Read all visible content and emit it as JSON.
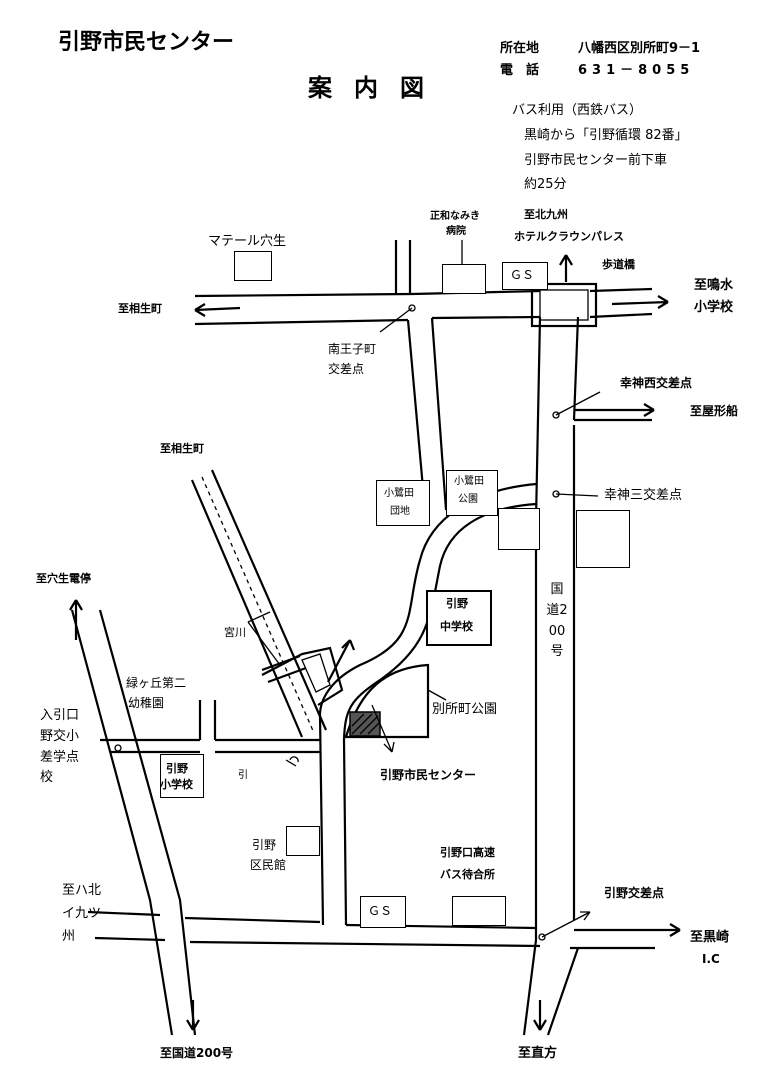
{
  "header": {
    "title": "引野市民センター",
    "subtitle": "案内図",
    "address_label": "所在地",
    "address_value": "八幡西区別所町9－1",
    "phone_label": "電　話",
    "phone_value": "631－8055"
  },
  "bus_info": {
    "line1": "バス利用（西鉄バス）",
    "line2": "黒崎から「引野循環 82番」",
    "line3": "引野市民センター前下車",
    "line4": "約25分"
  },
  "labels": {
    "motel": "マテール穴生",
    "hospital_top": "正和なみき",
    "hospital_bottom": "病院",
    "to_kitakyushu": "至北九州",
    "hotel": "ホテルクラウンパレス",
    "gs_top": "ＧＳ",
    "footbridge": "歩道橋",
    "to_narumizu_1": "至鳴水",
    "to_narumizu_2": "小学校",
    "to_aioicho_top": "至相生町",
    "minamioji_1": "南王子町",
    "minamioji_2": "交差点",
    "kojin_west": "幸神西交差点",
    "to_yakata": "至屋形船",
    "to_aioicho_mid": "至相生町",
    "kosagita_danchi_1": "小鷺田",
    "kosagita_danchi_2": "団地",
    "kosagita_park_1": "小鷺田",
    "kosagita_park_2": "公園",
    "kojin_3": "幸神三交差点",
    "to_anoo_station": "至穴生電停",
    "route200": "国道200号",
    "hikino_jhs_1": "引野",
    "hikino_jhs_2": "中学校",
    "miyagawa": "宮川",
    "midorigaoka_1": "緑ヶ丘第二",
    "midorigaoka_2": "幼稚園",
    "bessho_park": "別所町公園",
    "hikino_es_intersection": "入引口野交小差学点校",
    "hikino_es_1": "引野",
    "hikino_es_2": "小学校",
    "center_label": "引野市民センター",
    "small_mark": "引",
    "hikino_ward_1": "引野",
    "hikino_ward_2": "区民館",
    "highway_bus_1": "引野口高速",
    "highway_bus_2": "バス待合所",
    "hikino_intersection": "引野交差点",
    "to_hachiman_kitakyushu": "至ハ北イ九ツ州",
    "gs_bottom": "ＧＳ",
    "to_kurosaki_1": "至黒崎",
    "to_kurosaki_2": "I.C",
    "to_route200": "至国道200号",
    "to_nogata": "至直方"
  }
}
